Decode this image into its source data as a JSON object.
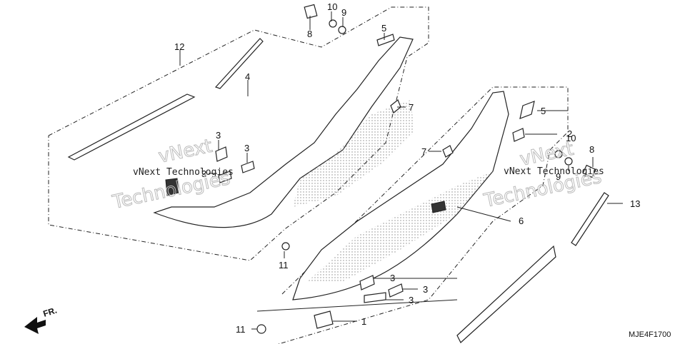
{
  "callouts": [
    "12",
    "4",
    "8",
    "10",
    "9",
    "5",
    "7",
    "7",
    "3",
    "3",
    "3",
    "11",
    "5",
    "2",
    "10",
    "9",
    "8",
    "6",
    "13",
    "3",
    "3",
    "3",
    "1",
    "11"
  ],
  "watermark": {
    "company_left": "vNext Technologies",
    "company_right": "vNext Technologies",
    "big_left": "Technologies",
    "big_right": "Technologies",
    "ghost_left": "vNext",
    "ghost_right": "vNext"
  },
  "direction_label": "FR.",
  "diagram_code": "MJE4F1700",
  "colors": {
    "line": "#222222",
    "stipple": "#999999",
    "background": "#ffffff"
  }
}
